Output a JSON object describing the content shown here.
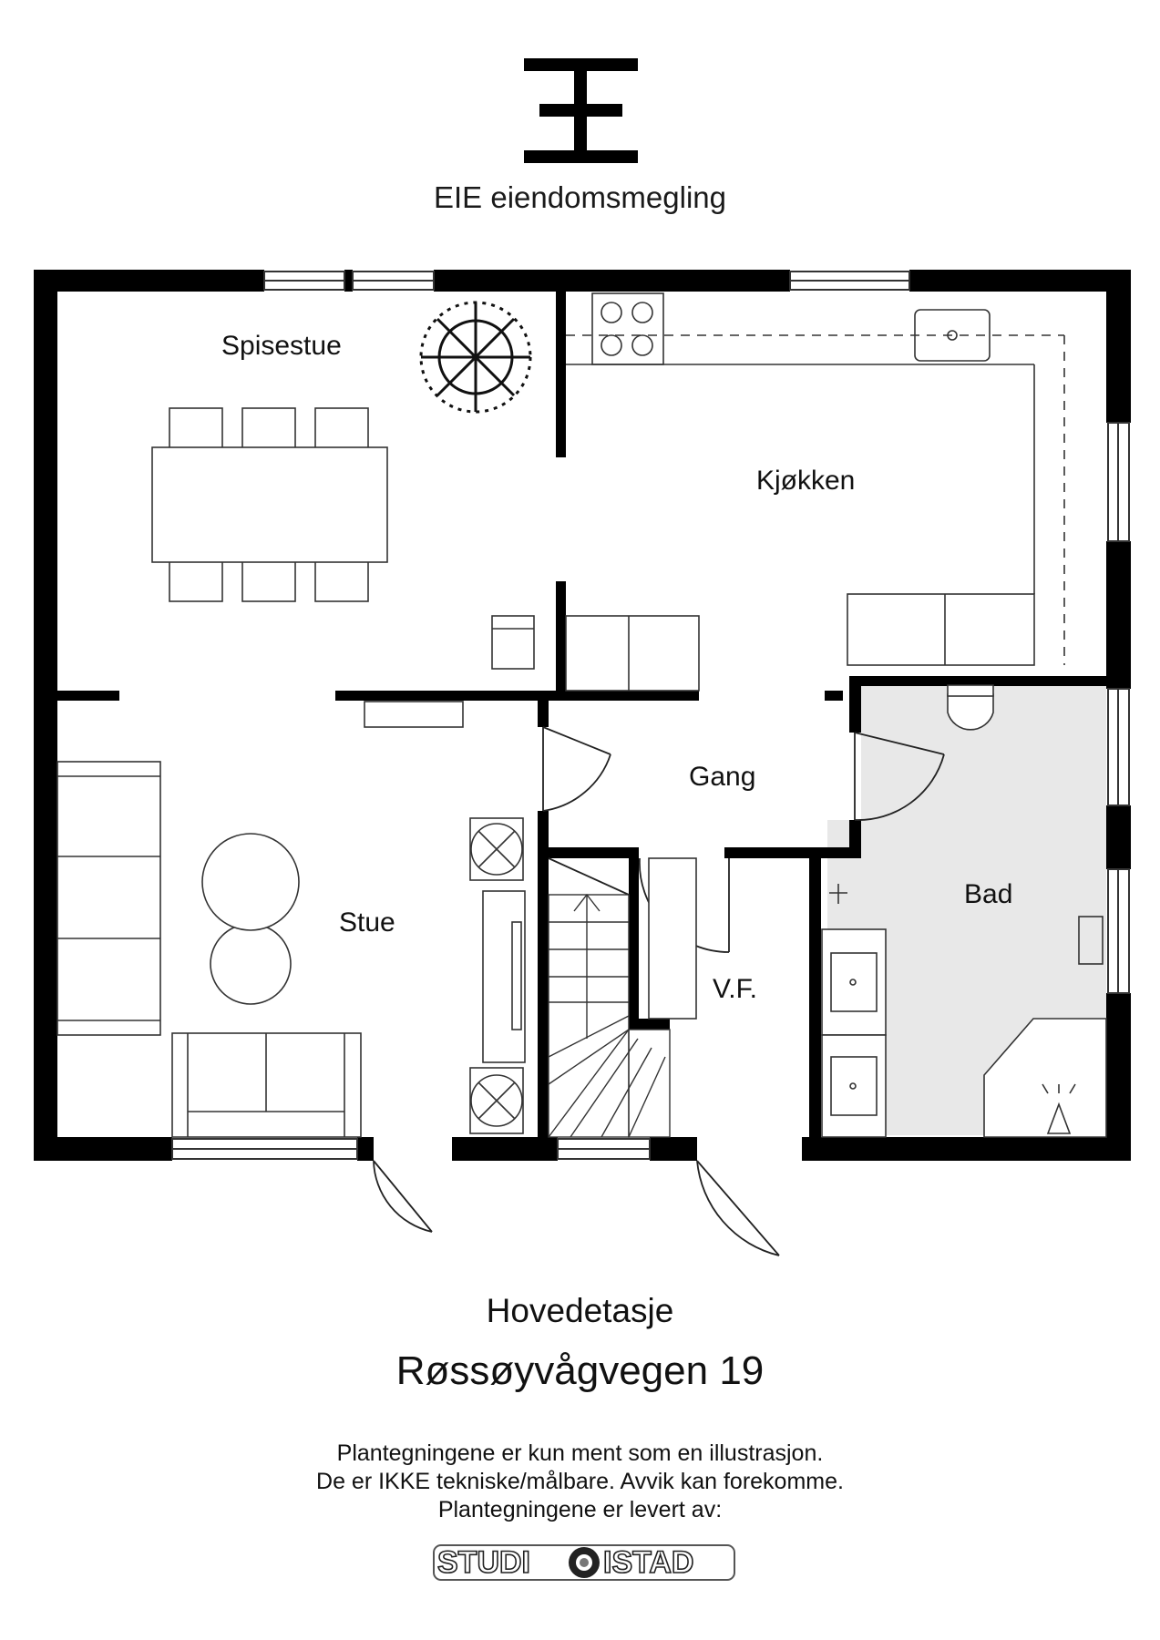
{
  "brand": {
    "name": "EIE eiendomsmegling",
    "logo_icon": "eie-logo-icon"
  },
  "plan": {
    "rooms": {
      "spisestue": "Spisestue",
      "kjokken": "Kjøkken",
      "gang": "Gang",
      "stue": "Stue",
      "bad": "Bad",
      "vf": "V.F."
    },
    "colors": {
      "wall": "#000000",
      "bathroom_floor": "#e8e8e8",
      "furniture_stroke": "#333333"
    }
  },
  "title": {
    "floor": "Hovedetasje",
    "address": "Røssøyvågvegen 19"
  },
  "disclaimer": {
    "line1": "Plantegningene er kun ment som en illustrasjon.",
    "line2": "De er IKKE tekniske/målbare. Avvik kan forekomme.",
    "line3": "Plantegningene er levert av:"
  },
  "provider": {
    "left": "STUDI",
    "right": "ISTAD",
    "icon": "aperture-icon"
  }
}
